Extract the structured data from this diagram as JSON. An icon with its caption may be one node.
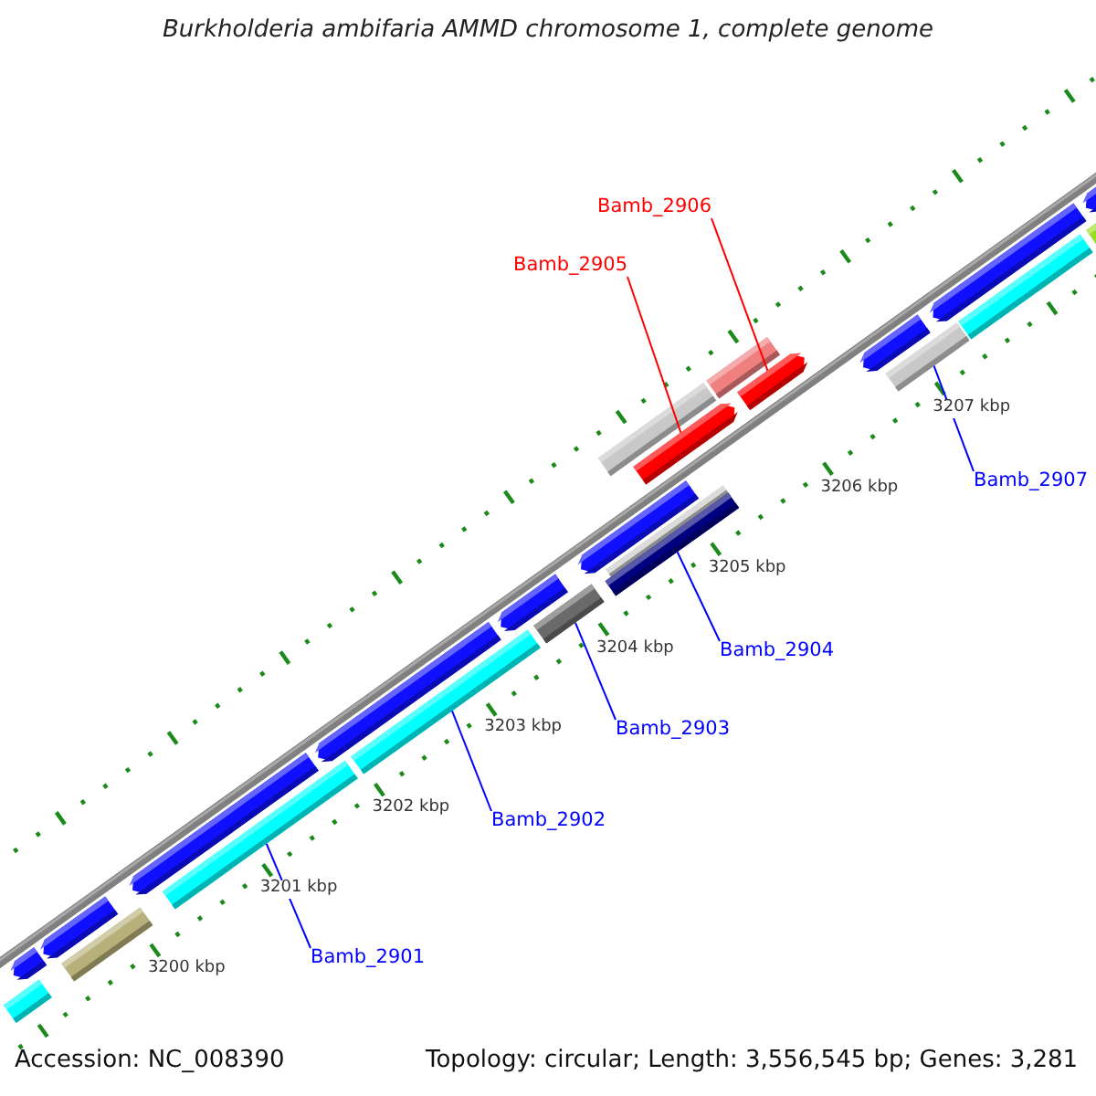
{
  "diagram": {
    "title": "Burkholderia ambifaria AMMD chromosome 1, complete genome",
    "nodes": [
      {
        "text": [
          "Bamb_2906"
        ]
      },
      {
        "text": [
          "Bamb_2905"
        ]
      },
      {
        "text": [
          "Bamb_2907"
        ]
      },
      {
        "text": [
          "Bamb_2904"
        ]
      },
      {
        "text": [
          "Bamb_2903"
        ]
      },
      {
        "text": [
          "Bamb_2902"
        ]
      },
      {
        "text": [
          "Bamb_2901"
        ]
      },
      {
        "text": [],
        "shape": "bar"
      },
      {
        "text": [],
        "shape": "bar"
      },
      {
        "text": [],
        "shape": "bar"
      },
      {
        "text": [],
        "shape": "bar"
      },
      {
        "text": [],
        "shape": "arrow"
      },
      {
        "text": [],
        "shape": "arrow"
      },
      {
        "text": [],
        "shape": "bar"
      }
    ],
    "edges": [
      {
        "from": 0,
        "to": 12,
        "arrow": "none",
        "color": "#ff0000"
      },
      {
        "from": 1,
        "to": 11,
        "arrow": "none",
        "color": "#ff0000"
      },
      {
        "from": 2,
        "to": 13,
        "arrow": "none"
      },
      {
        "from": 3,
        "to": 10,
        "arrow": "none"
      },
      {
        "from": 4,
        "to": 9,
        "arrow": "none"
      },
      {
        "from": 5,
        "to": 8,
        "arrow": "none"
      },
      {
        "from": 6,
        "to": 7,
        "arrow": "none"
      }
    ],
    "labels": [
      "3207 kbp",
      "3206 kbp",
      "3205 kbp",
      "3204 kbp",
      "3203 kbp",
      "3202 kbp",
      "3201 kbp",
      "3200 kbp",
      "Accession: NC_008390",
      "Topology: circular; Length: 3,556,545 bp; Genes: 3,281"
    ]
  }
}
